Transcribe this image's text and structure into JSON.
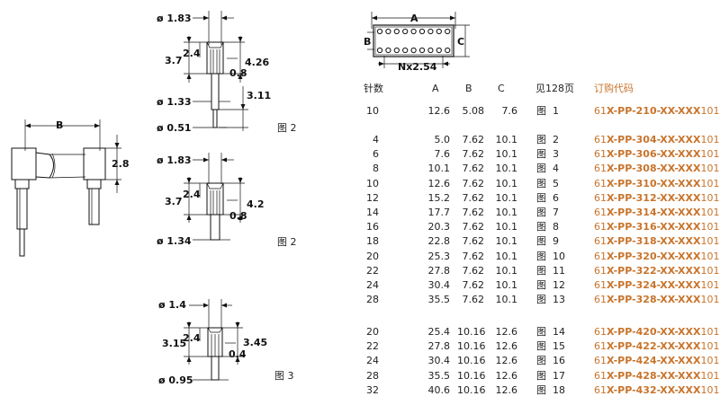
{
  "left_drawing": {
    "dim_b": "B",
    "dim_height": "2.8"
  },
  "figures": [
    {
      "dims": [
        "ø 1.83",
        "2.4",
        "3.7",
        "0.8",
        "4.26",
        "ø 1.33",
        "3.11",
        "ø 0.51"
      ],
      "caption": "图 2"
    },
    {
      "dims": [
        "ø 1.83",
        "2.4",
        "3.7",
        "0.8",
        "4.2",
        "ø 1.34"
      ],
      "caption": "图 2"
    },
    {
      "dims": [
        "ø 1.4",
        "2.4",
        "3.15",
        "0.4",
        "3.45",
        "ø 0.95"
      ],
      "caption": "图 3"
    }
  ],
  "package_drawing": {
    "dim_a": "A",
    "dim_b": "B",
    "dim_c": "C",
    "pitch": "Nx2.54"
  },
  "table": {
    "headers": {
      "pins": "针数",
      "a": "A",
      "b": "B",
      "c": "C",
      "see": "见128页",
      "order": "订购代码"
    },
    "groups": [
      {
        "rows": [
          {
            "pins": "10",
            "a": "12.6",
            "b": "5.08",
            "c": "7.6",
            "fig": "图",
            "fign": "1",
            "code_prefix": "61",
            "code_rest": "X-PP-210-XX-XXX",
            "code_suffix": "101"
          }
        ]
      },
      {
        "rows": [
          {
            "pins": "4",
            "a": "5.0",
            "b": "7.62",
            "c": "10.1",
            "fig": "图",
            "fign": "2",
            "code_prefix": "61",
            "code_rest": "X-PP-304-XX-XXX",
            "code_suffix": "101"
          },
          {
            "pins": "6",
            "a": "7.6",
            "b": "7.62",
            "c": "10.1",
            "fig": "图",
            "fign": "3",
            "code_prefix": "61",
            "code_rest": "X-PP-306-XX-XXX",
            "code_suffix": "101"
          },
          {
            "pins": "8",
            "a": "10.1",
            "b": "7.62",
            "c": "10.1",
            "fig": "图",
            "fign": "4",
            "code_prefix": "61",
            "code_rest": "X-PP-308-XX-XXX",
            "code_suffix": "101"
          },
          {
            "pins": "10",
            "a": "12.6",
            "b": "7.62",
            "c": "10.1",
            "fig": "图",
            "fign": "5",
            "code_prefix": "61",
            "code_rest": "X-PP-310-XX-XXX",
            "code_suffix": "101"
          },
          {
            "pins": "12",
            "a": "15.2",
            "b": "7.62",
            "c": "10.1",
            "fig": "图",
            "fign": "6",
            "code_prefix": "61",
            "code_rest": "X-PP-312-XX-XXX",
            "code_suffix": "101"
          },
          {
            "pins": "14",
            "a": "17.7",
            "b": "7.62",
            "c": "10.1",
            "fig": "图",
            "fign": "7",
            "code_prefix": "61",
            "code_rest": "X-PP-314-XX-XXX",
            "code_suffix": "101"
          },
          {
            "pins": "16",
            "a": "20.3",
            "b": "7.62",
            "c": "10.1",
            "fig": "图",
            "fign": "8",
            "code_prefix": "61",
            "code_rest": "X-PP-316-XX-XXX",
            "code_suffix": "101"
          },
          {
            "pins": "18",
            "a": "22.8",
            "b": "7.62",
            "c": "10.1",
            "fig": "图",
            "fign": "9",
            "code_prefix": "61",
            "code_rest": "X-PP-318-XX-XXX",
            "code_suffix": "101"
          },
          {
            "pins": "20",
            "a": "25.3",
            "b": "7.62",
            "c": "10.1",
            "fig": "图",
            "fign": "10",
            "code_prefix": "61",
            "code_rest": "X-PP-320-XX-XXX",
            "code_suffix": "101"
          },
          {
            "pins": "22",
            "a": "27.8",
            "b": "7.62",
            "c": "10.1",
            "fig": "图",
            "fign": "11",
            "code_prefix": "61",
            "code_rest": "X-PP-322-XX-XXX",
            "code_suffix": "101"
          },
          {
            "pins": "24",
            "a": "30.4",
            "b": "7.62",
            "c": "10.1",
            "fig": "图",
            "fign": "12",
            "code_prefix": "61",
            "code_rest": "X-PP-324-XX-XXX",
            "code_suffix": "101"
          },
          {
            "pins": "28",
            "a": "35.5",
            "b": "7.62",
            "c": "10.1",
            "fig": "图",
            "fign": "13",
            "code_prefix": "61",
            "code_rest": "X-PP-328-XX-XXX",
            "code_suffix": "101"
          }
        ]
      },
      {
        "rows": [
          {
            "pins": "20",
            "a": "25.4",
            "b": "10.16",
            "c": "12.6",
            "fig": "图",
            "fign": "14",
            "code_prefix": "61",
            "code_rest": "X-PP-420-XX-XXX",
            "code_suffix": "101"
          },
          {
            "pins": "22",
            "a": "27.8",
            "b": "10.16",
            "c": "12.6",
            "fig": "图",
            "fign": "15",
            "code_prefix": "61",
            "code_rest": "X-PP-422-XX-XXX",
            "code_suffix": "101"
          },
          {
            "pins": "24",
            "a": "30.4",
            "b": "10.16",
            "c": "12.6",
            "fig": "图",
            "fign": "16",
            "code_prefix": "61",
            "code_rest": "X-PP-424-XX-XXX",
            "code_suffix": "101"
          },
          {
            "pins": "28",
            "a": "35.5",
            "b": "10.16",
            "c": "12.6",
            "fig": "图",
            "fign": "17",
            "code_prefix": "61",
            "code_rest": "X-PP-428-XX-XXX",
            "code_suffix": "101"
          },
          {
            "pins": "32",
            "a": "40.6",
            "b": "10.16",
            "c": "12.6",
            "fig": "图",
            "fign": "18",
            "code_prefix": "61",
            "code_rest": "X-PP-432-XX-XXX",
            "code_suffix": "101"
          }
        ]
      }
    ]
  }
}
